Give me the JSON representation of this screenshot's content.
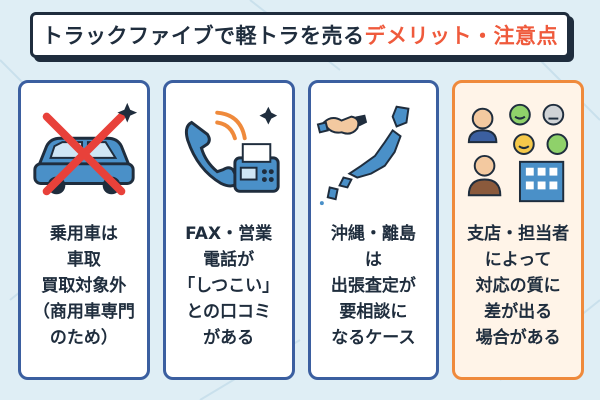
{
  "title": {
    "part1": "トラックファイブで軽トラを売る",
    "part2": "デメリット・注意点",
    "accent_color": "#ef5a3c"
  },
  "cards": [
    {
      "icon": "crossed-car-icon",
      "text": "乗用車は\n車取\n買取対象外\n（商用車専門\nのため）"
    },
    {
      "icon": "phone-fax-icon",
      "text": "FAX・営業\n電話が\n「しつこい」\nとの口コミ\nがある"
    },
    {
      "icon": "japan-map-handshake-icon",
      "text": "沖縄・離島\nは\n出張査定が\n要相談に\nなるケース"
    },
    {
      "icon": "staff-faces-building-icon",
      "text": "支店・担当者\nによって\n対応の質に\n差が出る\n場合がある"
    }
  ],
  "colors": {
    "background": "#dfeef5",
    "card_border": "#3b5fa0",
    "highlight_border": "#ef8a3c"
  }
}
